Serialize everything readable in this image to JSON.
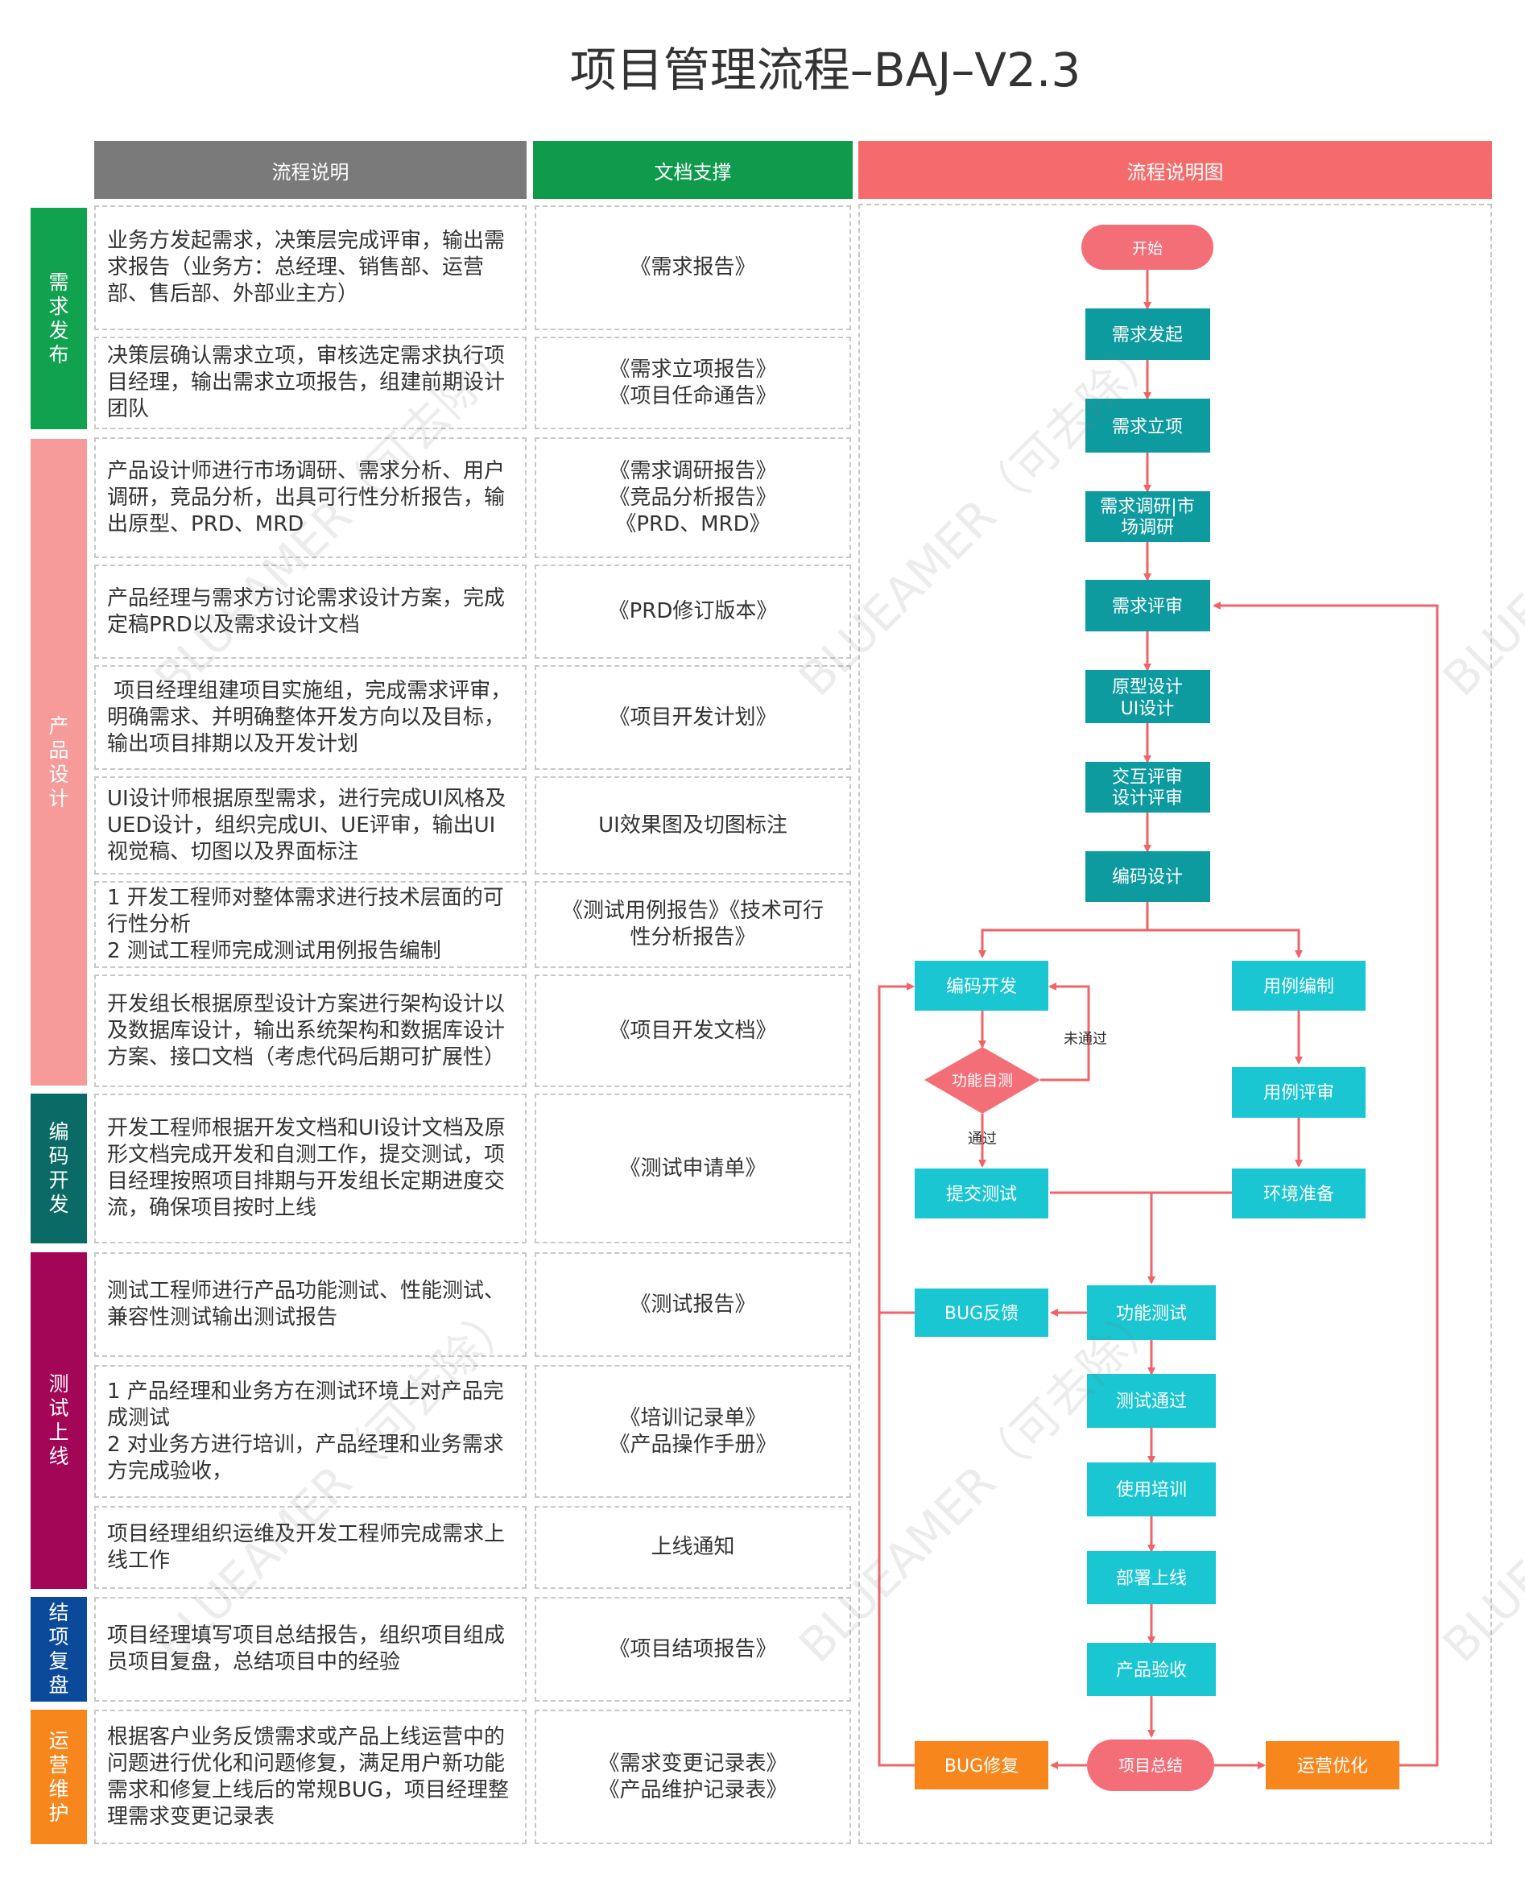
{
  "title": "项目管理流程–BAJ–V2.3",
  "colors": {
    "header_desc": "#7a7a7a",
    "header_doc": "#0f9b4b",
    "header_chart": "#f56b6b",
    "phase_req": "#10a24f",
    "phase_prod": "#f69a9a",
    "phase_code": "#0a6a66",
    "phase_test": "#a30557",
    "phase_close": "#0b4a9b",
    "phase_ops": "#f7861c",
    "teal_dark": "#0e9ba0",
    "teal_light": "#19c6d1",
    "pink": "#f46e78",
    "orange": "#f7861c",
    "arrow": "#f06368"
  },
  "headers": {
    "desc": "流程说明",
    "doc": "文档支撑",
    "chart": "流程说明图"
  },
  "phases": [
    {
      "label": "需求发布"
    },
    {
      "label": "产品设计"
    },
    {
      "label": "编码开发"
    },
    {
      "label": "测试上线"
    },
    {
      "label": "结项复盘"
    },
    {
      "label": "运营维护"
    }
  ],
  "rows": [
    {
      "desc": "业务方发起需求，决策层完成评审，输出需求报告（业务方：总经理、销售部、运营部、售后部、外部业主方）",
      "doc": "《需求报告》"
    },
    {
      "desc": "决策层确认需求立项，审核选定需求执行项目经理，输出需求立项报告，组建前期设计团队",
      "doc": "《需求立项报告》\n《项目任命通告》"
    },
    {
      "desc": "产品设计师进行市场调研、需求分析、用户调研，竞品分析，出具可行性分析报告，输出原型、PRD、MRD",
      "doc": "《需求调研报告》\n《竞品分析报告》\n《PRD、MRD》"
    },
    {
      "desc": "产品经理与需求方讨论需求设计方案，完成定稿PRD以及需求设计文档",
      "doc": "《PRD修订版本》"
    },
    {
      "desc": " 项目经理组建项目实施组，完成需求评审，明确需求、并明确整体开发方向以及目标，输出项目排期以及开发计划",
      "doc": "《项目开发计划》"
    },
    {
      "desc": "UI设计师根据原型需求，进行完成UI风格及UED设计，组织完成UI、UE评审，输出UI视觉稿、切图以及界面标注",
      "doc": "UI效果图及切图标注"
    },
    {
      "desc": "1 开发工程师对整体需求进行技术层面的可行性分析\n2 测试工程师完成测试用例报告编制",
      "doc": "《测试用例报告》《技术可行性分析报告》"
    },
    {
      "desc": "开发组长根据原型设计方案进行架构设计以及数据库设计，输出系统架构和数据库设计方案、接口文档（考虑代码后期可扩展性）",
      "doc": "《项目开发文档》"
    },
    {
      "desc": "开发工程师根据开发文档和UI设计文档及原形文档完成开发和自测工作，提交测试，项目经理按照项目排期与开发组长定期进度交流，确保项目按时上线",
      "doc": "《测试申请单》"
    },
    {
      "desc": "测试工程师进行产品功能测试、性能测试、兼容性测试输出测试报告",
      "doc": "《测试报告》"
    },
    {
      "desc": "1 产品经理和业务方在测试环境上对产品完成测试\n2 对业务方进行培训，产品经理和业务需求方完成验收，",
      "doc": "《培训记录单》\n《产品操作手册》"
    },
    {
      "desc": "项目经理组织运维及开发工程师完成需求上线工作",
      "doc": "上线通知"
    },
    {
      "desc": "项目经理填写项目总结报告，组织项目组成员项目复盘，总结项目中的经验",
      "doc": "《项目结项报告》"
    },
    {
      "desc": "根据客户业务反馈需求或产品上线运营中的问题进行优化和问题修复，满足用户新功能需求和修复上线后的常规BUG，项目经理整理需求变更记录表",
      "doc": "《需求变更记录表》\n《产品维护记录表》"
    }
  ],
  "flow": {
    "start": "开始",
    "demand_start": "需求发起",
    "demand_approve": "需求立项",
    "research": [
      "需求调研|市",
      "场调研"
    ],
    "review": "需求评审",
    "proto": [
      "原型设计",
      "UI设计"
    ],
    "interact": [
      "交互评审",
      "设计评审"
    ],
    "code_design": "编码设计",
    "code_dev": "编码开发",
    "self_test": "功能自测",
    "not_pass": "未通过",
    "pass": "通过",
    "submit_test": "提交测试",
    "case_write": "用例编制",
    "case_review": "用例评审",
    "env_prep": "环境准备",
    "bug_feedback": "BUG反馈",
    "func_test": "功能测试",
    "test_pass": "测试通过",
    "training": "使用培训",
    "deploy": "部署上线",
    "accept": "产品验收",
    "summary": "项目总结",
    "bug_fix": "BUG修复",
    "ops_opt": "运营优化"
  },
  "watermark": "BLUEAMER（可去除）"
}
